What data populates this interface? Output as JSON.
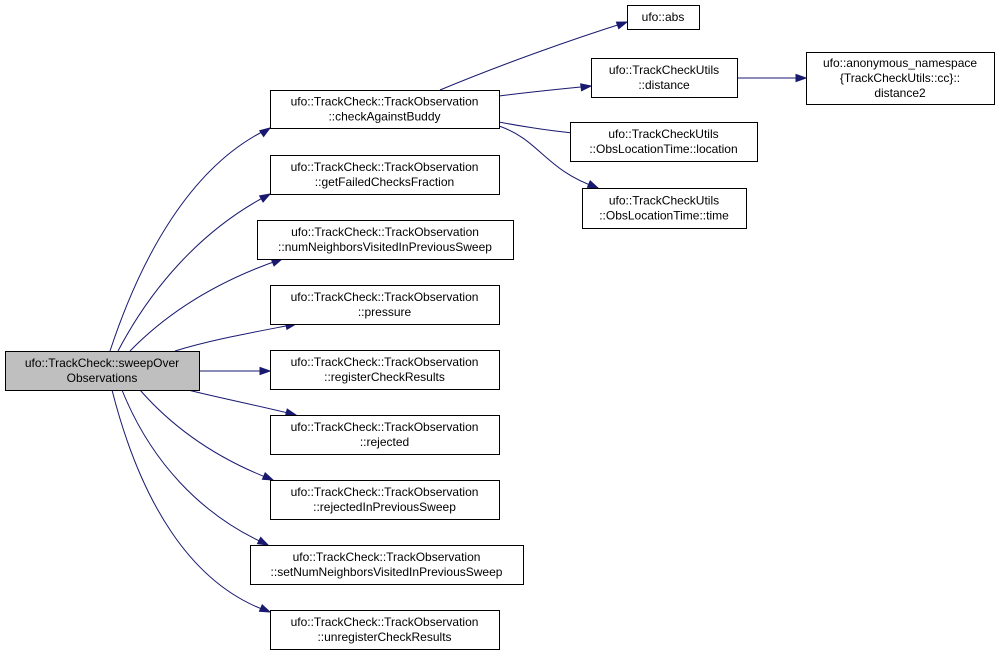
{
  "nodes": [
    {
      "id": "root",
      "lines": [
        "ufo::TrackCheck::sweepOver",
        "Observations"
      ],
      "root": true
    },
    {
      "id": "checkAgainstBuddy",
      "lines": [
        "ufo::TrackCheck::TrackObservation",
        "::checkAgainstBuddy"
      ]
    },
    {
      "id": "getFailedChecksFraction",
      "lines": [
        "ufo::TrackCheck::TrackObservation",
        "::getFailedChecksFraction"
      ]
    },
    {
      "id": "numNeighborsVisitedInPreviousSweep",
      "lines": [
        "ufo::TrackCheck::TrackObservation",
        "::numNeighborsVisitedInPreviousSweep"
      ]
    },
    {
      "id": "pressure",
      "lines": [
        "ufo::TrackCheck::TrackObservation",
        "::pressure"
      ]
    },
    {
      "id": "registerCheckResults",
      "lines": [
        "ufo::TrackCheck::TrackObservation",
        "::registerCheckResults"
      ]
    },
    {
      "id": "rejected",
      "lines": [
        "ufo::TrackCheck::TrackObservation",
        "::rejected"
      ]
    },
    {
      "id": "rejectedInPreviousSweep",
      "lines": [
        "ufo::TrackCheck::TrackObservation",
        "::rejectedInPreviousSweep"
      ]
    },
    {
      "id": "setNumNeighborsVisitedInPreviousSweep",
      "lines": [
        "ufo::TrackCheck::TrackObservation",
        "::setNumNeighborsVisitedInPreviousSweep"
      ]
    },
    {
      "id": "unregisterCheckResults",
      "lines": [
        "ufo::TrackCheck::TrackObservation",
        "::unregisterCheckResults"
      ]
    },
    {
      "id": "abs",
      "lines": [
        "ufo::abs"
      ]
    },
    {
      "id": "distance",
      "lines": [
        "ufo::TrackCheckUtils",
        "::distance"
      ]
    },
    {
      "id": "location",
      "lines": [
        "ufo::TrackCheckUtils",
        "::ObsLocationTime::location"
      ]
    },
    {
      "id": "time",
      "lines": [
        "ufo::TrackCheckUtils",
        "::ObsLocationTime::time"
      ]
    },
    {
      "id": "distance2",
      "lines": [
        "ufo::anonymous_namespace",
        "{TrackCheckUtils::cc}::",
        "distance2"
      ]
    }
  ],
  "edges": [
    {
      "from": "root",
      "to": "checkAgainstBuddy"
    },
    {
      "from": "root",
      "to": "getFailedChecksFraction"
    },
    {
      "from": "root",
      "to": "numNeighborsVisitedInPreviousSweep"
    },
    {
      "from": "root",
      "to": "pressure"
    },
    {
      "from": "root",
      "to": "registerCheckResults"
    },
    {
      "from": "root",
      "to": "rejected"
    },
    {
      "from": "root",
      "to": "rejectedInPreviousSweep"
    },
    {
      "from": "root",
      "to": "setNumNeighborsVisitedInPreviousSweep"
    },
    {
      "from": "root",
      "to": "unregisterCheckResults"
    },
    {
      "from": "checkAgainstBuddy",
      "to": "abs"
    },
    {
      "from": "checkAgainstBuddy",
      "to": "distance"
    },
    {
      "from": "checkAgainstBuddy",
      "to": "location"
    },
    {
      "from": "checkAgainstBuddy",
      "to": "time"
    },
    {
      "from": "distance",
      "to": "distance2"
    }
  ],
  "colors": {
    "edge": "#191970",
    "root_fill": "#bfbfbf",
    "node_fill": "#ffffff",
    "border": "#000000"
  }
}
